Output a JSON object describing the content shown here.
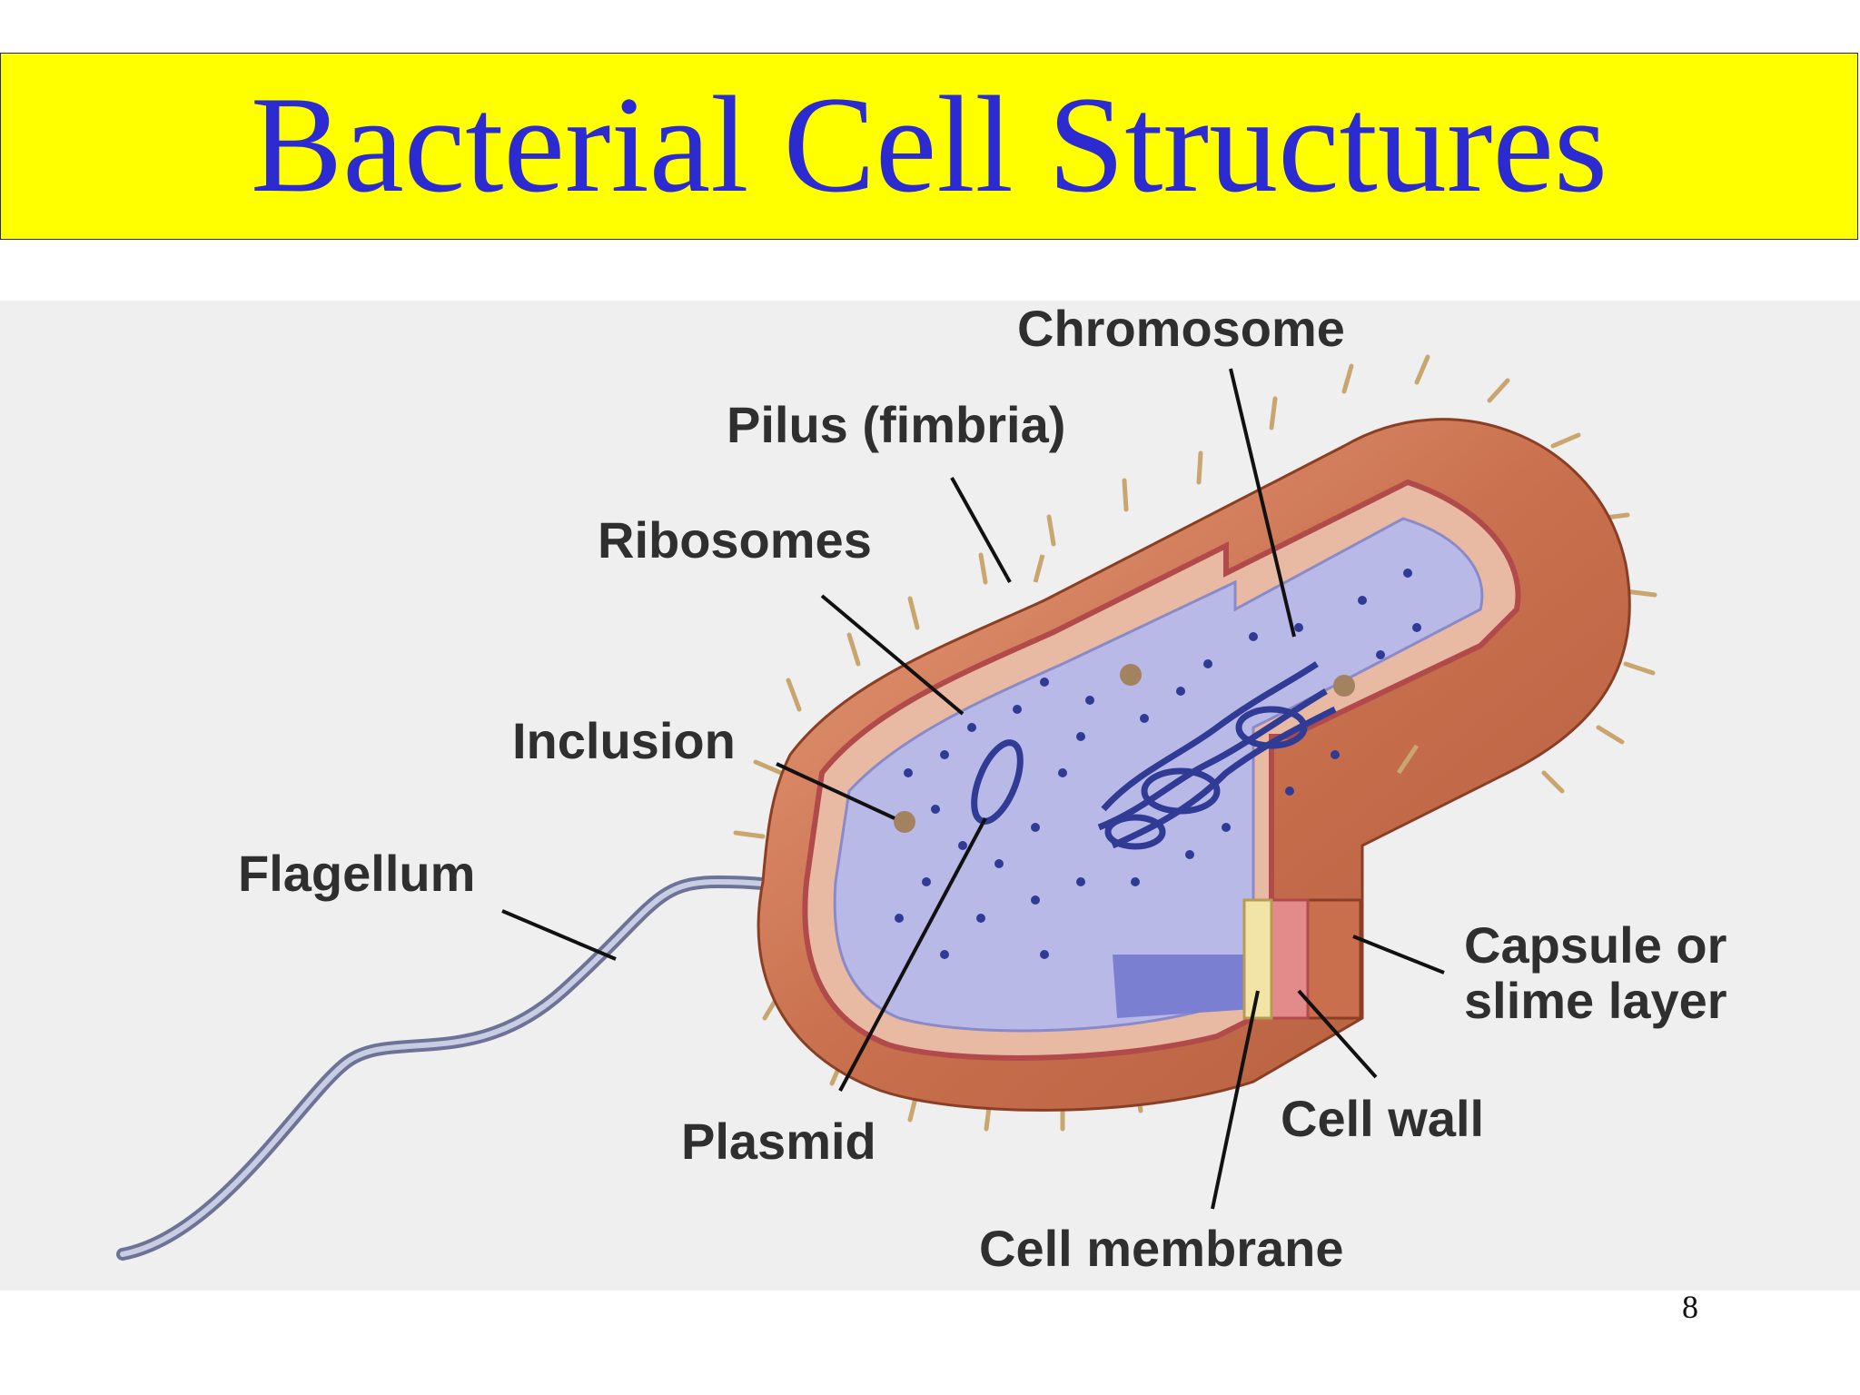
{
  "slide": {
    "title": "Bacterial Cell Structures",
    "page_number": "8"
  },
  "labels": {
    "chromosome": "Chromosome",
    "pilus": "Pilus (fimbria)",
    "ribosomes": "Ribosomes",
    "inclusion": "Inclusion",
    "flagellum": "Flagellum",
    "capsule_line1": "Capsule or",
    "capsule_line2": "slime layer",
    "cell_wall": "Cell wall",
    "plasmid": "Plasmid",
    "cell_membrane": "Cell membrane"
  },
  "colors": {
    "banner": "#ffff00",
    "title": "#2b2bd1",
    "capsule": "#c96f4d",
    "cytoplasm": "#b9b9e8",
    "chromosome": "#3a48a8",
    "leader_line": "#111111"
  }
}
